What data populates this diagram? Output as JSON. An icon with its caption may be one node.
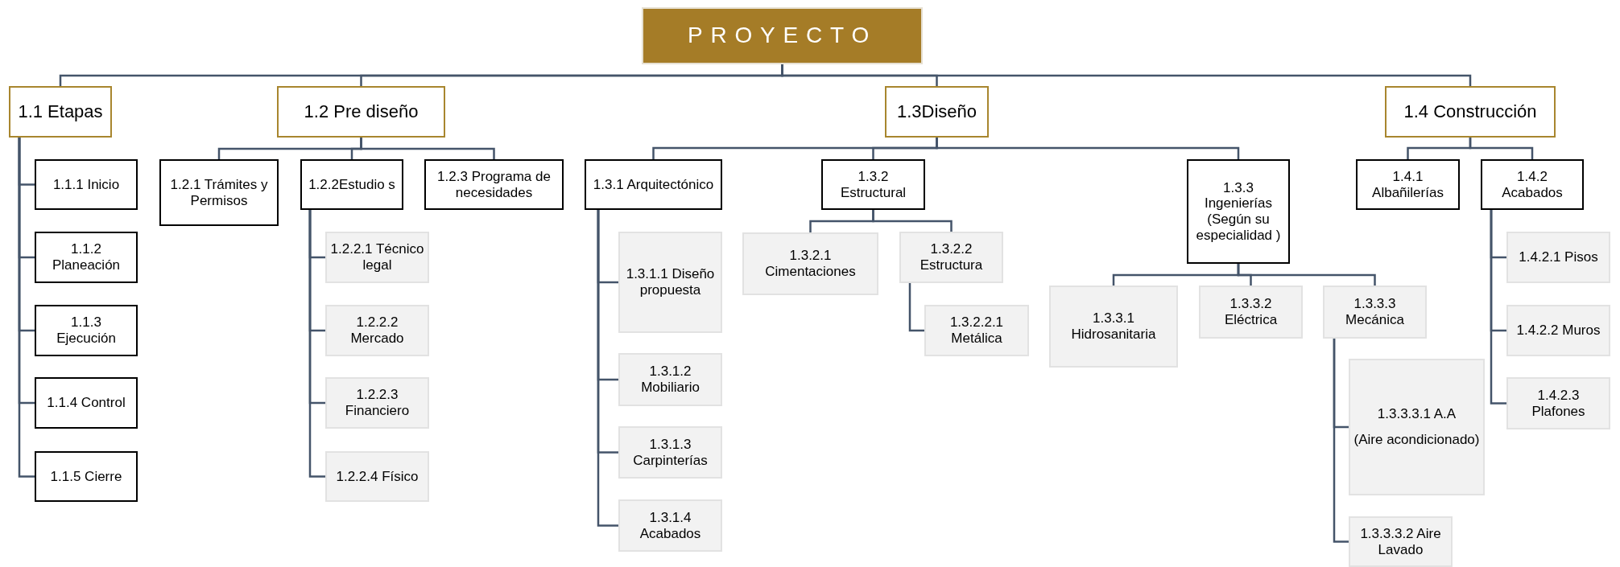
{
  "diagram": {
    "nodes": [
      {
        "text": [
          "PROYECTO"
        ]
      },
      {
        "text": [
          "1.1 Etapas"
        ]
      },
      {
        "text": [
          "1.2 Pre diseño"
        ]
      },
      {
        "text": [
          "1.3Diseño"
        ]
      },
      {
        "text": [
          "1.4 Construcción"
        ]
      },
      {
        "text": [
          "1.1.1 Inicio"
        ]
      },
      {
        "text": [
          "1.1.2 Planeación"
        ]
      },
      {
        "text": [
          "1.1.3 Ejecución"
        ]
      },
      {
        "text": [
          "1.1.4 Control"
        ]
      },
      {
        "text": [
          "1.1.5 Cierre"
        ]
      },
      {
        "text": [
          "1.2.1 Trámites y Permisos"
        ]
      },
      {
        "text": [
          "1.2.2Estudio s"
        ]
      },
      {
        "text": [
          "1.2.3 Programa de necesidades"
        ]
      },
      {
        "text": [
          "1.2.2.1 Técnico legal"
        ]
      },
      {
        "text": [
          "1.2.2.2 Mercado"
        ]
      },
      {
        "text": [
          "1.2.2.3 Financiero"
        ]
      },
      {
        "text": [
          "1.2.2.4 Físico"
        ]
      },
      {
        "text": [
          "1.3.1 Arquitectónico"
        ]
      },
      {
        "text": [
          "1.3.2 Estructural"
        ]
      },
      {
        "text": [
          "1.3.3 Ingenierías (Según su especialidad )"
        ]
      },
      {
        "text": [
          "1.3.1.1 Diseño propuesta"
        ]
      },
      {
        "text": [
          "1.3.1.2 Mobiliario"
        ]
      },
      {
        "text": [
          "1.3.1.3 Carpinterías"
        ]
      },
      {
        "text": [
          "1.3.1.4 Acabados"
        ]
      },
      {
        "text": [
          "1.3.2.1 Cimentaciones"
        ]
      },
      {
        "text": [
          "1.3.2.2 Estructura"
        ]
      },
      {
        "text": [
          "1.3.2.2.1 Metálica"
        ]
      },
      {
        "text": [
          "1.3.3.1 Hidrosanitaria"
        ]
      },
      {
        "text": [
          "1.3.3.2 Eléctrica"
        ]
      },
      {
        "text": [
          "1.3.3.3 Mecánica"
        ]
      },
      {
        "text": [
          "1.3.3.3.1 A.A",
          "(Aire acondicionado)"
        ]
      },
      {
        "text": [
          "1.3.3.3.2 Aire Lavado"
        ]
      },
      {
        "text": [
          "1.4.1 Albañilerías"
        ]
      },
      {
        "text": [
          "1.4.2 Acabados"
        ]
      },
      {
        "text": [
          "1.4.2.1 Pisos"
        ]
      },
      {
        "text": [
          "1.4.2.2 Muros"
        ]
      },
      {
        "text": [
          "1.4.2.3 Plafones"
        ]
      }
    ],
    "edges": [
      {
        "from": 0,
        "to": 1,
        "arrow": "none"
      },
      {
        "from": 0,
        "to": 2,
        "arrow": "none"
      },
      {
        "from": 0,
        "to": 3,
        "arrow": "none"
      },
      {
        "from": 0,
        "to": 4,
        "arrow": "none"
      },
      {
        "from": 1,
        "to": 5,
        "arrow": "none"
      },
      {
        "from": 1,
        "to": 6,
        "arrow": "none"
      },
      {
        "from": 1,
        "to": 7,
        "arrow": "none"
      },
      {
        "from": 1,
        "to": 8,
        "arrow": "none"
      },
      {
        "from": 1,
        "to": 9,
        "arrow": "none"
      },
      {
        "from": 2,
        "to": 10,
        "arrow": "none"
      },
      {
        "from": 2,
        "to": 11,
        "arrow": "none"
      },
      {
        "from": 2,
        "to": 12,
        "arrow": "none"
      },
      {
        "from": 11,
        "to": 13,
        "arrow": "none"
      },
      {
        "from": 11,
        "to": 14,
        "arrow": "none"
      },
      {
        "from": 11,
        "to": 15,
        "arrow": "none"
      },
      {
        "from": 11,
        "to": 16,
        "arrow": "none"
      },
      {
        "from": 3,
        "to": 17,
        "arrow": "none"
      },
      {
        "from": 3,
        "to": 18,
        "arrow": "none"
      },
      {
        "from": 3,
        "to": 19,
        "arrow": "none"
      },
      {
        "from": 17,
        "to": 20,
        "arrow": "none"
      },
      {
        "from": 17,
        "to": 21,
        "arrow": "none"
      },
      {
        "from": 17,
        "to": 22,
        "arrow": "none"
      },
      {
        "from": 17,
        "to": 23,
        "arrow": "none"
      },
      {
        "from": 18,
        "to": 24,
        "arrow": "none"
      },
      {
        "from": 18,
        "to": 25,
        "arrow": "none"
      },
      {
        "from": 25,
        "to": 26,
        "arrow": "none"
      },
      {
        "from": 19,
        "to": 27,
        "arrow": "none"
      },
      {
        "from": 19,
        "to": 28,
        "arrow": "none"
      },
      {
        "from": 19,
        "to": 29,
        "arrow": "none"
      },
      {
        "from": 29,
        "to": 30,
        "arrow": "none"
      },
      {
        "from": 29,
        "to": 31,
        "arrow": "none"
      },
      {
        "from": 4,
        "to": 32,
        "arrow": "none"
      },
      {
        "from": 4,
        "to": 33,
        "arrow": "none"
      },
      {
        "from": 33,
        "to": 34,
        "arrow": "none"
      },
      {
        "from": 33,
        "to": 35,
        "arrow": "none"
      },
      {
        "from": 33,
        "to": 36,
        "arrow": "none"
      }
    ]
  }
}
